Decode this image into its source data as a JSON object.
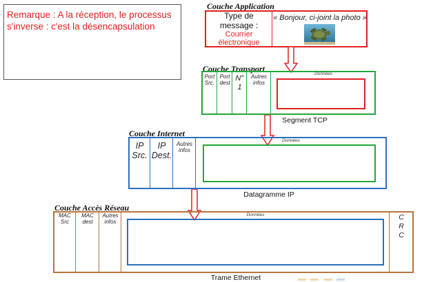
{
  "remarque": {
    "line1": "Remarque : A la réception, le processus",
    "line2": "s'inverse : c'est la désencapsulation"
  },
  "application": {
    "title": "Couche Application",
    "type_label_1": "Type de",
    "type_label_2": "message :",
    "type_value_1": "Courrier",
    "type_value_2": "électronique",
    "message": "« Bonjour, ci-joint la photo »",
    "photo_icon": "sea-turtle-photo"
  },
  "transport": {
    "title": "Couche Transport",
    "cells": [
      {
        "l1": "Port",
        "l2": "Src."
      },
      {
        "l1": "Port",
        "l2": "dest"
      },
      {
        "l1": "N°",
        "l2": "1"
      },
      {
        "l1": "Autres",
        "l2": "infos"
      }
    ],
    "data_label": "Données",
    "caption": "Segment TCP"
  },
  "internet": {
    "title": "Couche Internet",
    "cells": [
      {
        "l1": "IP",
        "l2": "Src."
      },
      {
        "l1": "IP",
        "l2": "Dest."
      },
      {
        "l1": "Autres",
        "l2": "infos"
      }
    ],
    "data_label": "Données",
    "caption": "Datagramme IP"
  },
  "acces": {
    "title": "Couche Accès Réseau",
    "cells": [
      {
        "l1": "MAC",
        "l2": "Src"
      },
      {
        "l1": "MAC",
        "l2": "dest"
      },
      {
        "l1": "Autres",
        "l2": "infos"
      }
    ],
    "data_label": "Données",
    "crc": [
      "C",
      "R",
      "C"
    ],
    "caption": "Trame Ethernet"
  },
  "colors": {
    "application": "#e02020",
    "transport": "#22a83a",
    "internet": "#2a6fc0",
    "acces": "#b8733a"
  }
}
